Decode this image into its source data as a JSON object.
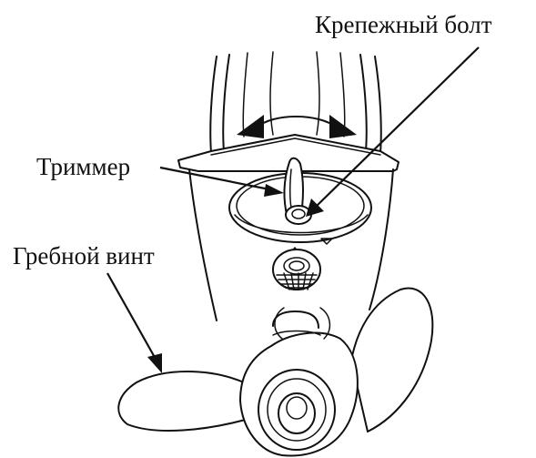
{
  "labels": {
    "mounting_bolt": "Крепежный болт",
    "trim_tab": "Триммер",
    "propeller": "Гребной винт"
  },
  "colors": {
    "line": "#111111",
    "background": "#ffffff"
  },
  "icons": {
    "adjust_arrow": "double-headed-curved-arrow",
    "index_marks": "triangle-marks"
  }
}
